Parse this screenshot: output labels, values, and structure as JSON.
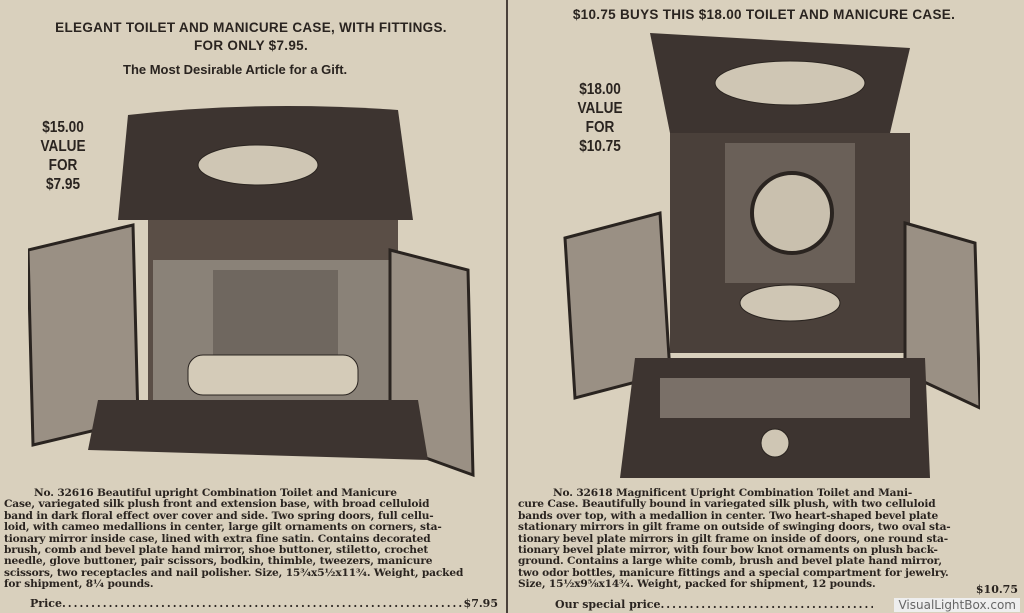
{
  "left": {
    "heading_line1": "ELEGANT TOILET AND MANICURE CASE, WITH FITTINGS.",
    "heading_line2": "FOR ONLY $7.95.",
    "subheading": "The Most Desirable Article for a Gift.",
    "value_lines": [
      "$15.00",
      "VALUE",
      "FOR",
      "$7.95"
    ],
    "description_lines": [
      "No. 32616  Beautiful upright  Combination  Toilet  and  Manicure",
      "Case, variegated silk plush front and extension base, with broad celluloid",
      "band in dark floral effect over cover and side.  Two spring doors, full cellu-",
      "loid, with cameo medallions in center, large gilt ornaments on corners, sta-",
      "tionary mirror inside case, lined with extra fine satin.  Contains decorated",
      "brush, comb and bevel plate hand mirror, shoe buttoner, stiletto, crochet",
      "needle, glove buttoner, pair scissors, bodkin, thimble, tweezers, manicure",
      "scissors, two receptacles and nail polisher.  Size, 15¾x5½x11¾.  Weight, packed",
      "for shipment, 8¼ pounds."
    ],
    "price_label": "Price",
    "price": "$7.95"
  },
  "right": {
    "heading": "$10.75 BUYS THIS $18.00 TOILET AND MANICURE CASE.",
    "value_lines": [
      "$18.00",
      "VALUE",
      "FOR",
      "$10.75"
    ],
    "description_lines": [
      "No. 32618  Magnificent  Upright  Combination  Toilet  and  Mani-",
      "cure Case.  Beautifully bound in variegated silk plush, with two celluloid",
      "bands over top, with a medallion in center.  Two heart-shaped bevel plate",
      "stationary mirrors in gilt frame on outside of swinging doors, two oval sta-",
      "tionary bevel plate mirrors in gilt frame on inside of doors, one round sta-",
      "tionary bevel plate mirror, with four bow knot ornaments on plush back-",
      "ground.  Contains a large white comb, brush and bevel plate hand mirror,",
      "two odor bottles, manicure fittings and a special compartment for jewelry.",
      "Size, 15½x9⅝x14¾.  Weight, packed for shipment, 12 pounds."
    ],
    "price_label": "Our special price",
    "price": "$10.75"
  },
  "watermark": "VisualLightBox.com"
}
